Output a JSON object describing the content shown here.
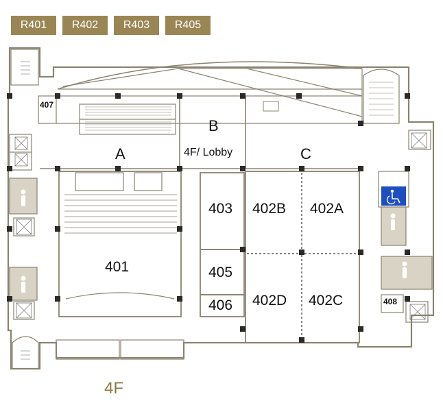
{
  "tabs": [
    "R401",
    "R402",
    "R403",
    "R405"
  ],
  "floor": "4F",
  "zones": {
    "a": "A",
    "b": "B",
    "c": "C",
    "lobby": "4F/ Lobby"
  },
  "rooms": {
    "r401": "401",
    "r402a": "402A",
    "r402b": "402B",
    "r402c": "402C",
    "r402d": "402D",
    "r403": "403",
    "r405": "405",
    "r406": "406",
    "r407": "407",
    "r408": "408"
  },
  "colors": {
    "tab": "#9a8654",
    "floor_label": "#8c7a45",
    "wall": "#8a8370",
    "restroom": "#d9d3c5",
    "accessible": "#1f4fbf"
  },
  "icons": [
    "restroom-icon",
    "accessible-icon",
    "elevator-icon",
    "stairs-icon",
    "escalator-icon"
  ]
}
